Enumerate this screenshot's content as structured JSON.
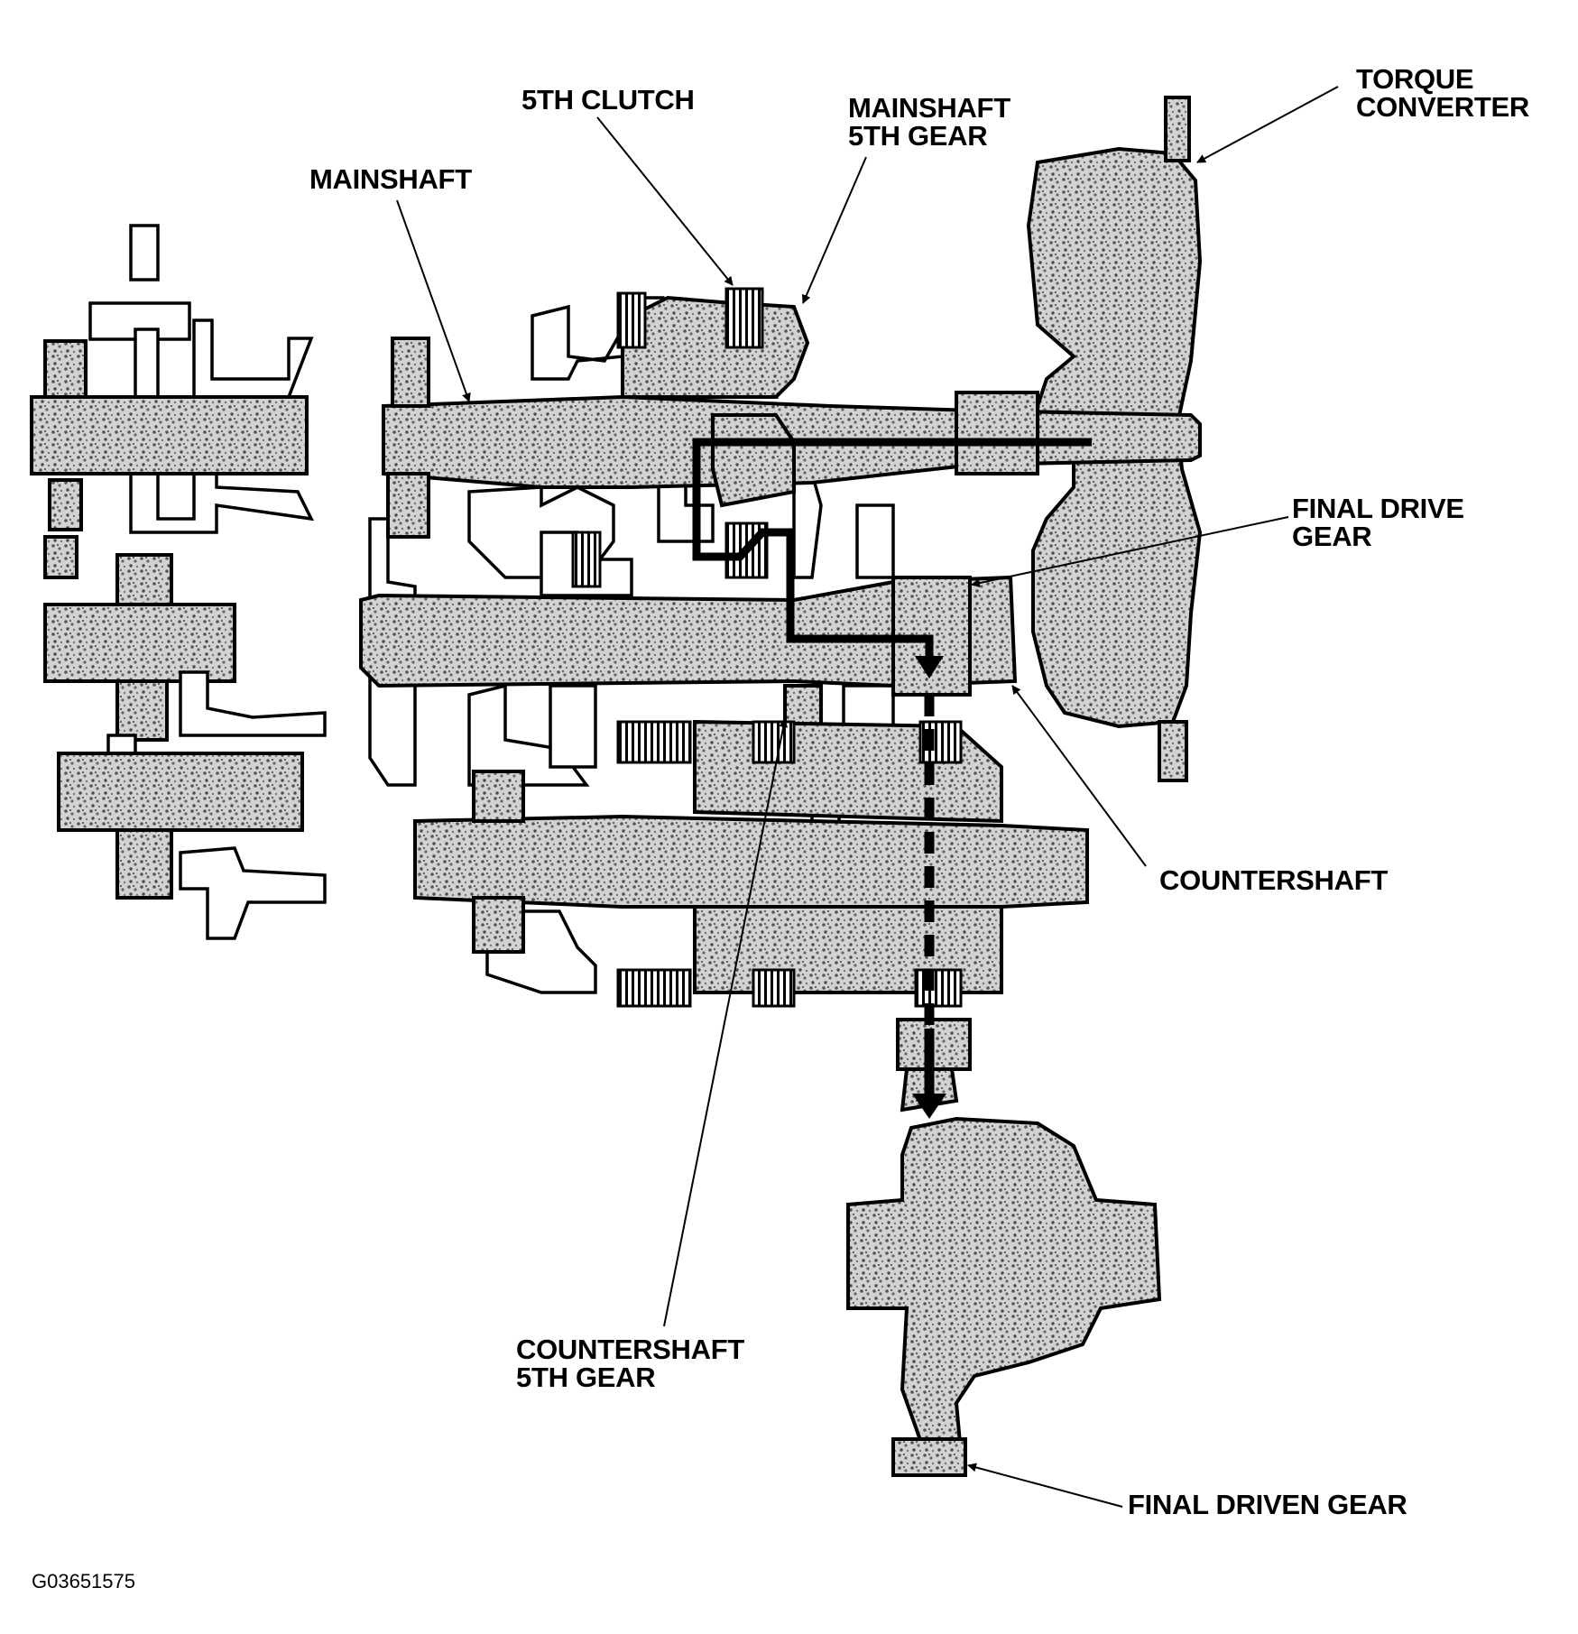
{
  "labels": {
    "torque_converter": [
      "TORQUE",
      "CONVERTER"
    ],
    "fifth_clutch": "5TH CLUTCH",
    "mainshaft_5th_gear": [
      "MAINSHAFT",
      "5TH GEAR"
    ],
    "mainshaft": "MAINSHAFT",
    "final_drive_gear": [
      "FINAL DRIVE",
      "GEAR"
    ],
    "countershaft": "COUNTERSHAFT",
    "countershaft_5th_gear": [
      "COUNTERSHAFT",
      "5TH GEAR"
    ],
    "final_driven_gear": "FINAL DRIVEN GEAR"
  },
  "figure_code": "G03651575",
  "colors": {
    "ink": "#000000",
    "paper": "#ffffff",
    "stipple": "#9a9a9a"
  }
}
